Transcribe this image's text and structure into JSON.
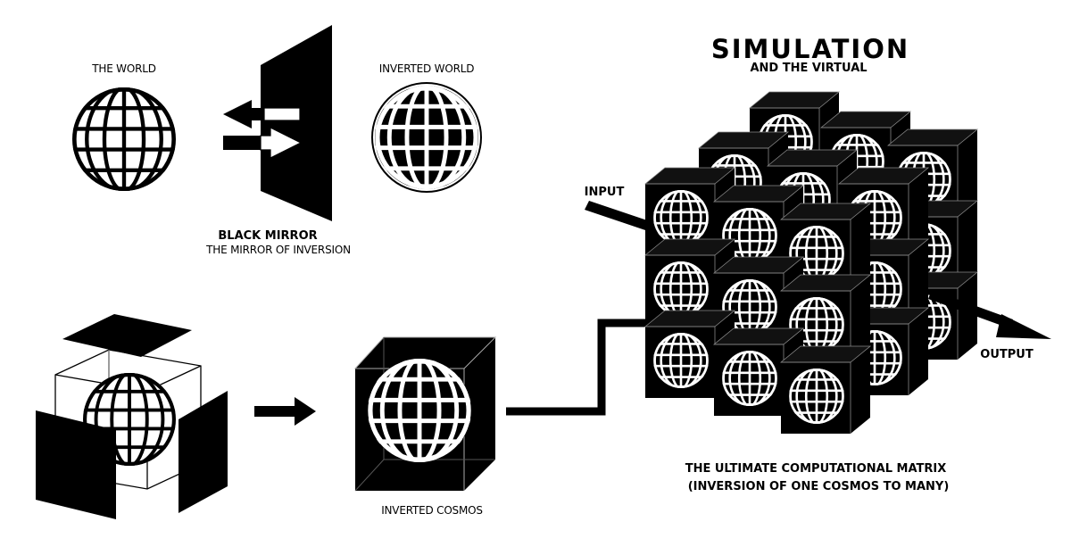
{
  "labels": {
    "world": "THE WORLD",
    "inverted_world": "INVERTED WORLD",
    "black_mirror": "BLACK MIRROR",
    "black_mirror_sub": "THE MIRROR OF INVERSION",
    "inverted_cosmos": "INVERTED COSMOS",
    "simulation_title": "SIMULATION",
    "simulation_sub": "AND THE VIRTUAL",
    "input": "INPUT",
    "output": "OUTPUT",
    "matrix_line1": "THE ULTIMATE COMPUTATIONAL MATRIX",
    "matrix_line2": "(INVERSION OF ONE COSMOS TO MANY)"
  },
  "colors": {
    "ink": "#000000",
    "paper": "#ffffff"
  }
}
